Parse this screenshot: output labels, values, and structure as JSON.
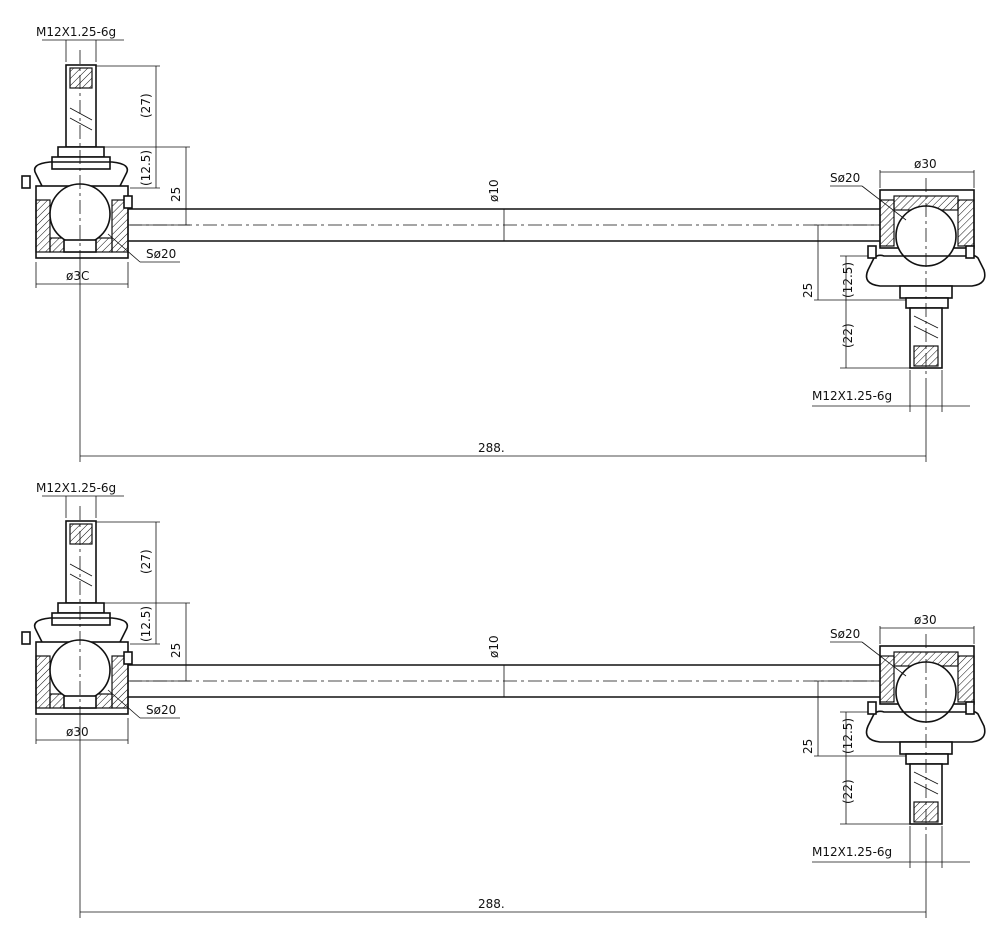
{
  "drawings": [
    {
      "id": "top",
      "labels": {
        "thread_left": "M12X1.25-6g",
        "thread_right": "M12X1.25-6g",
        "dim_27": "(27)",
        "dim_12_5_left": "(12.5)",
        "dim_25_left": "25",
        "dim_rod": "ø10",
        "dim_sphere_left": "Sø20",
        "dim_housing_left": "ø3C",
        "dim_housing_right": "ø30",
        "dim_sphere_right": "Sø20",
        "dim_25_right": "25",
        "dim_12_5_right": "(12.5)",
        "dim_22": "(22)",
        "dim_length": "288."
      }
    },
    {
      "id": "bottom",
      "labels": {
        "thread_left": "M12X1.25-6g",
        "thread_right": "M12X1.25-6g",
        "dim_27": "(27)",
        "dim_12_5_left": "(12.5)",
        "dim_25_left": "25",
        "dim_rod": "ø10",
        "dim_sphere_left": "Sø20",
        "dim_housing_left": "ø30",
        "dim_housing_right": "ø30",
        "dim_sphere_right": "Sø20",
        "dim_25_right": "25",
        "dim_12_5_right": "(12.5)",
        "dim_22": "(22)",
        "dim_length": "288."
      }
    }
  ]
}
